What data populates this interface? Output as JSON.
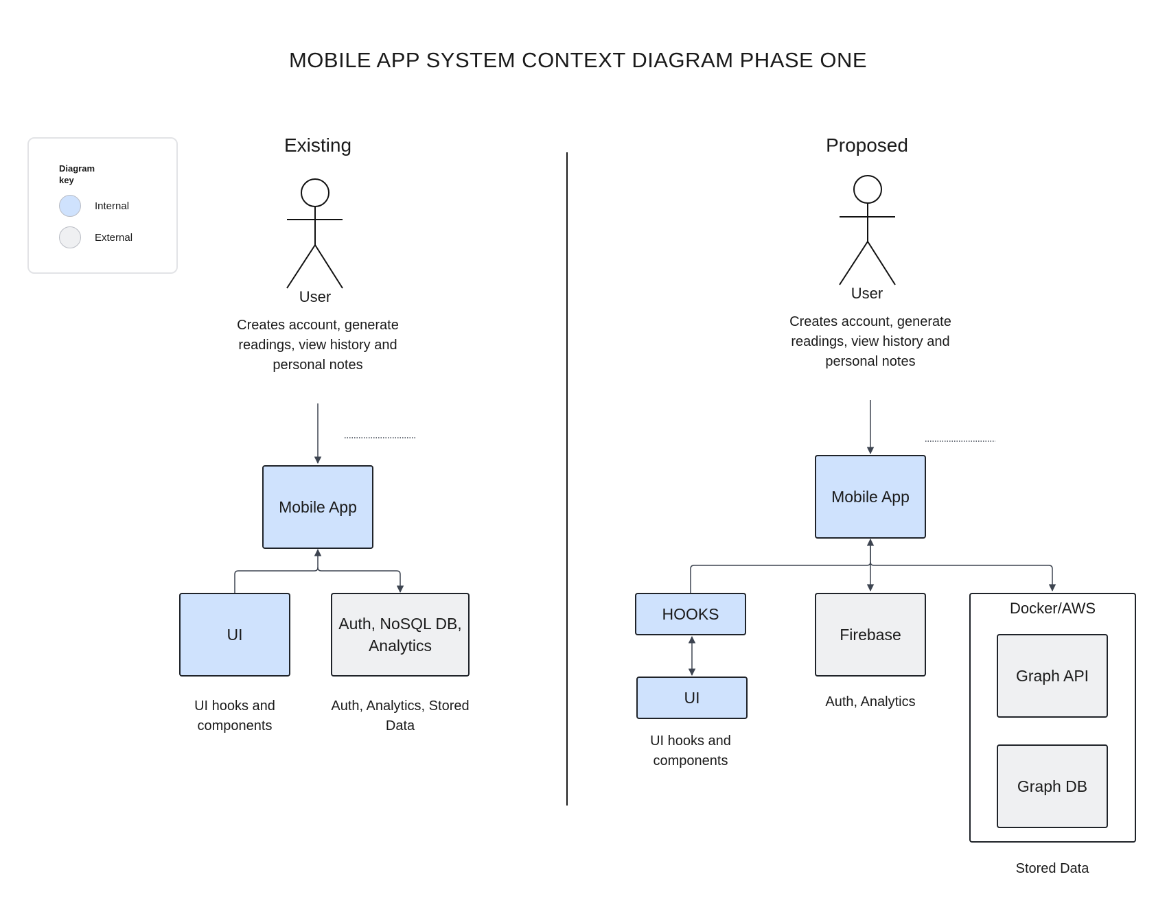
{
  "title": "MOBILE APP SYSTEM CONTEXT DIAGRAM PHASE ONE",
  "legend": {
    "title": "Diagram key",
    "items": [
      {
        "label": "Internal",
        "color": "#cfe2fd"
      },
      {
        "label": "External",
        "color": "#eff0f2"
      }
    ]
  },
  "existing": {
    "heading": "Existing",
    "actor_label": "User",
    "actor_description": "Creates account, generate readings, view history and personal notes",
    "mobile_app": "Mobile App",
    "ui": {
      "label": "UI",
      "caption": "UI hooks and components"
    },
    "backend": {
      "label": "Auth, NoSQL DB, Analytics",
      "caption": "Auth, Analytics, Stored Data"
    }
  },
  "proposed": {
    "heading": "Proposed",
    "actor_label": "User",
    "actor_description": "Creates account, generate readings, view history and personal notes",
    "mobile_app": "Mobile App",
    "hooks": {
      "label": "HOOKS"
    },
    "ui": {
      "label": "UI",
      "caption": "UI hooks and components"
    },
    "firebase": {
      "label": "Firebase",
      "caption": "Auth, Analytics"
    },
    "docker": {
      "label": "Docker/AWS",
      "graph_api": "Graph API",
      "graph_db": "Graph DB",
      "caption": "Stored Data"
    }
  },
  "colors": {
    "internal": "#cfe2fd",
    "external": "#eff0f2",
    "connector": "#3d4450"
  }
}
